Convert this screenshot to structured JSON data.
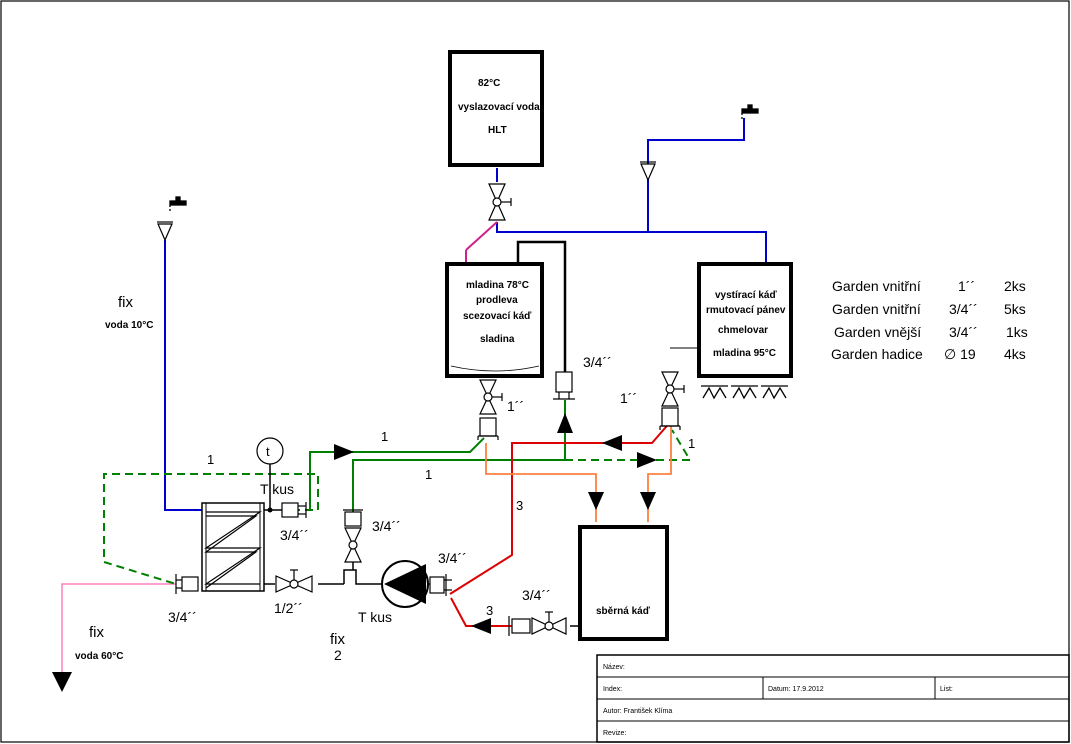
{
  "tanks": {
    "hlt": {
      "temp": "82°C",
      "name": "vyslazovací voda",
      "code": "HLT"
    },
    "mash": {
      "line1": "mladina 78°C",
      "line2": "prodleva",
      "line3": "scezovací káď",
      "line4": "sladina"
    },
    "boil": {
      "line1": "vystírací káď",
      "line2": "rmutovací pánev",
      "line3": "chmelovar",
      "line4": "mladina 95°C"
    },
    "collect": {
      "name": "sběrná  káď"
    }
  },
  "labels": {
    "fix_top": "fix",
    "voda_10": "voda 10°C",
    "fix_bottom": "fix",
    "voda_60": "voda 60°C",
    "fix_mid": "fix",
    "two": "2",
    "one_left": "1",
    "one_a": "1",
    "one_b": "1",
    "one_right": "1",
    "tkus_top": "T kus",
    "tkus_bottom": "T kus",
    "thermometer": "t",
    "three_a": "3",
    "three_b": "3",
    "size_34_hx_out": "3/4´´",
    "size_34_valve": "3/4´´",
    "size_34_hx_in": "3/4´´",
    "size_12": "1/2´´",
    "size_34_pump": "3/4´´",
    "size_34_collect": "3/4´´",
    "size_34_mid": "3/4´´",
    "size_1_mash": "1´´",
    "size_1_boil": "1´´"
  },
  "parts_table": [
    {
      "name": "Garden vnitřní",
      "size": "1´´",
      "qty": "2ks"
    },
    {
      "name": "Garden vnitřní",
      "size": "3/4´´",
      "qty": "5ks"
    },
    {
      "name": "Garden vnější",
      "size": "3/4´´",
      "qty": "1ks"
    },
    {
      "name": "Garden hadice",
      "size": "∅ 19",
      "qty": "4ks"
    }
  ],
  "title_block": {
    "nazev": "Název:",
    "index": "Index:",
    "datum": "Datum: 17.9.2012",
    "list": "List:",
    "autor": "Autor: František Klíma",
    "revize": "Revize:"
  },
  "colors": {
    "cold_water": "#0000cc",
    "green_line": "#008000",
    "red_line": "#dd0000",
    "orange_line": "#ff8040",
    "pink_line": "#ff80c0",
    "magenta_line": "#d0208a"
  }
}
